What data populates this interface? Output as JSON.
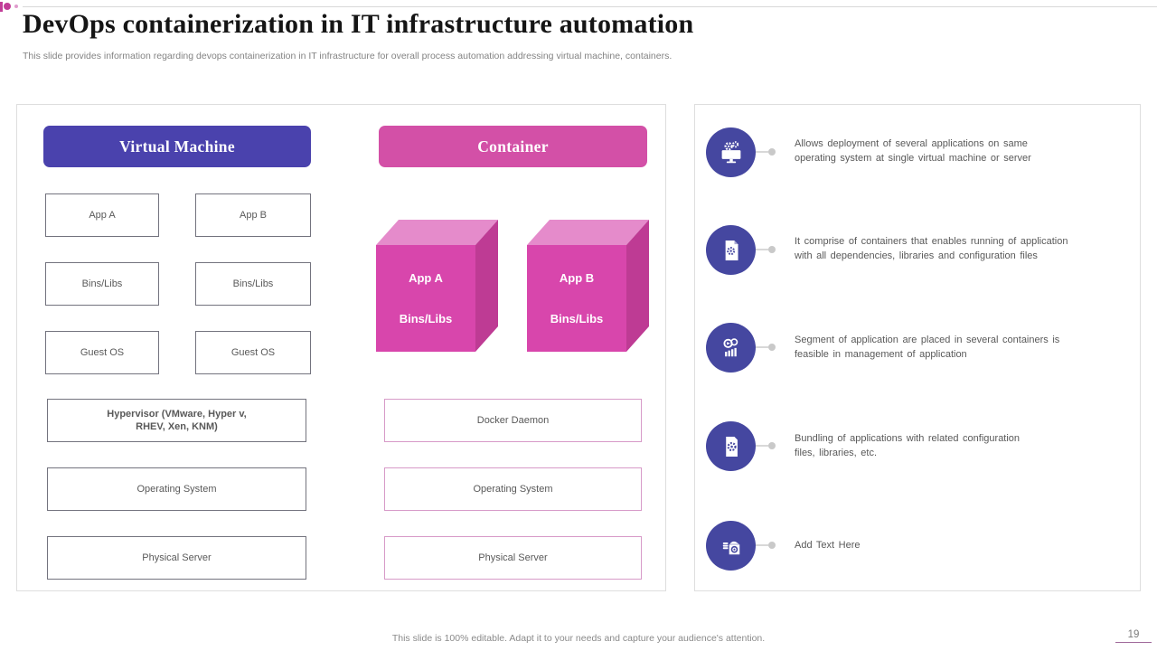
{
  "header": {
    "title": "DevOps containerization in IT infrastructure automation",
    "subtitle": "This slide provides information regarding devops containerization in IT infrastructure for overall process automation addressing virtual machine, containers."
  },
  "vm": {
    "header": "Virtual Machine",
    "boxes": [
      "App A",
      "App B",
      "Bins/Libs",
      "Bins/Libs",
      "Guest OS",
      "Guest OS"
    ],
    "stack": [
      "Hypervisor (VMware, Hyper v,\nRHEV, Xen, KNM)",
      "Operating System",
      "Physical Server"
    ]
  },
  "container": {
    "header": "Container",
    "cubes": [
      {
        "line1": "App A",
        "line2": "Bins/Libs"
      },
      {
        "line1": "App B",
        "line2": "Bins/Libs"
      }
    ],
    "stack": [
      "Docker Daemon",
      "Operating System",
      "Physical Server"
    ]
  },
  "benefits": [
    {
      "icon": "monitor-gears-icon",
      "text": "Allows deployment of several applications on same\noperating system at single virtual machine or server"
    },
    {
      "icon": "file-gear-icon",
      "text": "It comprise of containers that enables running of application\nwith all dependencies, libraries and configuration files"
    },
    {
      "icon": "search-chart-icon",
      "text": "Segment of application are placed in several containers is\nfeasible in management of application"
    },
    {
      "icon": "document-gear-icon",
      "text": "Bundling of applications with related configuration\nfiles, libraries, etc."
    },
    {
      "icon": "package-coins-icon",
      "text": "Add Text Here"
    }
  ],
  "footer": {
    "note": "This slide is 100% editable. Adapt it to your needs and capture your audience's attention.",
    "page_number": "19"
  },
  "colors": {
    "vm_header_bg": "#4A42AD",
    "container_header_bg": "#D350A7",
    "icon_circle": "#4547A0",
    "cube_front": "#D846AC",
    "cube_top": "#E58BCB",
    "cube_side": "#BE3B94",
    "pink_border": "#D79AC8",
    "box_border": "#73737E",
    "accent_dot": "#C23D98",
    "accent_dot_light": "#E09CCD",
    "line_gray": "#D9D9D9",
    "text_gray": "#595959"
  }
}
